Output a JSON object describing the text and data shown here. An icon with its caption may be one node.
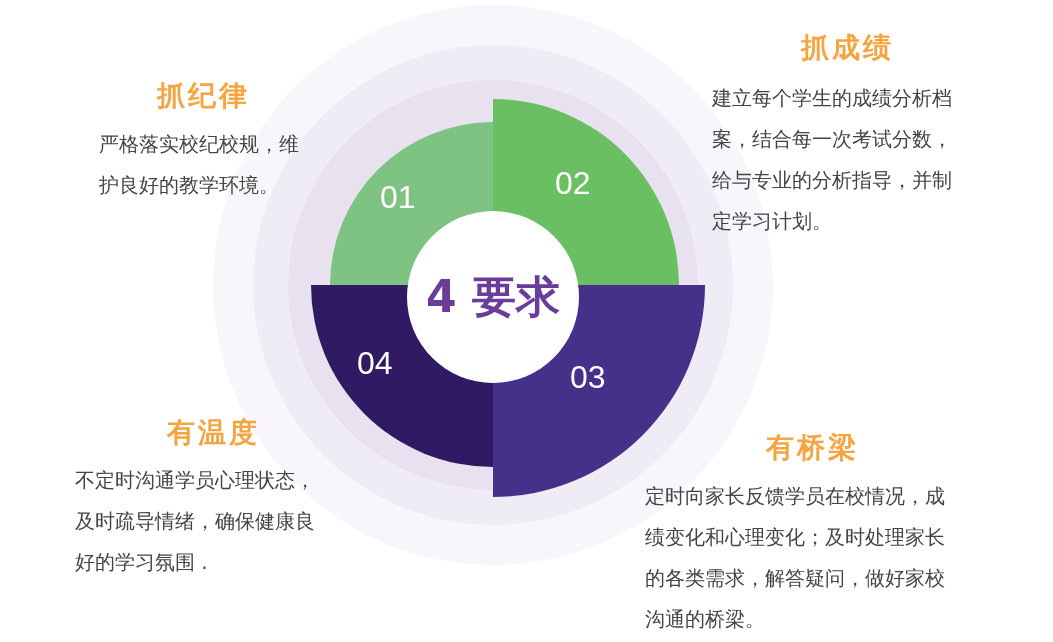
{
  "diagram": {
    "nodes": [
      {
        "text": [
          "4 要求"
        ]
      },
      {
        "text": [
          "01"
        ]
      },
      {
        "text": [
          "02"
        ]
      },
      {
        "text": [
          "03"
        ]
      },
      {
        "text": [
          "04"
        ]
      }
    ],
    "labels": [
      "抓纪律",
      "严格落实校纪校规，维护良好的教学环境。",
      "抓成绩",
      "建立每个学生的成绩分析档案，结合每一次考试分数，给与专业的分析指导，并制定学习计划。",
      "有温度",
      "不定时沟通学员心理状态，及时疏导情绪，确保健康良好的学习氛围 .",
      "有桥梁",
      "定时向家长反馈学员在校情况，成绩变化和心理变化；及时处理家长的各类需求，解答疑问，做好家校沟通的桥梁。"
    ]
  }
}
